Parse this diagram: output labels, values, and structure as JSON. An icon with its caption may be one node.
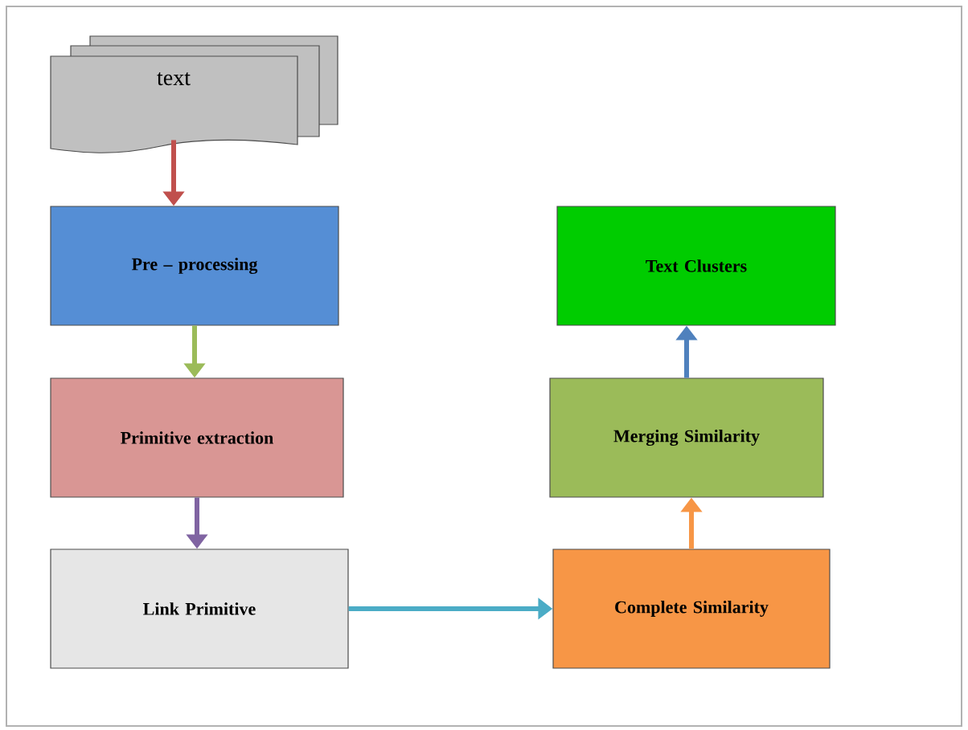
{
  "diagram": {
    "nodes": [
      {
        "text": [
          "text"
        ]
      },
      {
        "text": [
          "Pre – processing"
        ]
      },
      {
        "text": [
          "Primitive extraction"
        ]
      },
      {
        "text": [
          "Link Primitive"
        ]
      },
      {
        "text": [
          "Complete Similarity"
        ]
      },
      {
        "text": [
          "Merging Similarity"
        ]
      },
      {
        "text": [
          "Text Clusters"
        ]
      }
    ],
    "edges": [
      {
        "from": 0,
        "to": 1,
        "arrow": "to",
        "color": "#c0504d"
      },
      {
        "from": 1,
        "to": 2,
        "arrow": "to",
        "color": "#9bbb59"
      },
      {
        "from": 2,
        "to": 3,
        "arrow": "to",
        "color": "#8064a2"
      },
      {
        "from": 3,
        "to": 4,
        "arrow": "to",
        "color": "#4bacc6"
      },
      {
        "from": 4,
        "to": 5,
        "arrow": "to",
        "color": "#f79646"
      },
      {
        "from": 5,
        "to": 6,
        "arrow": "to",
        "color": "#4f81bd"
      }
    ]
  }
}
